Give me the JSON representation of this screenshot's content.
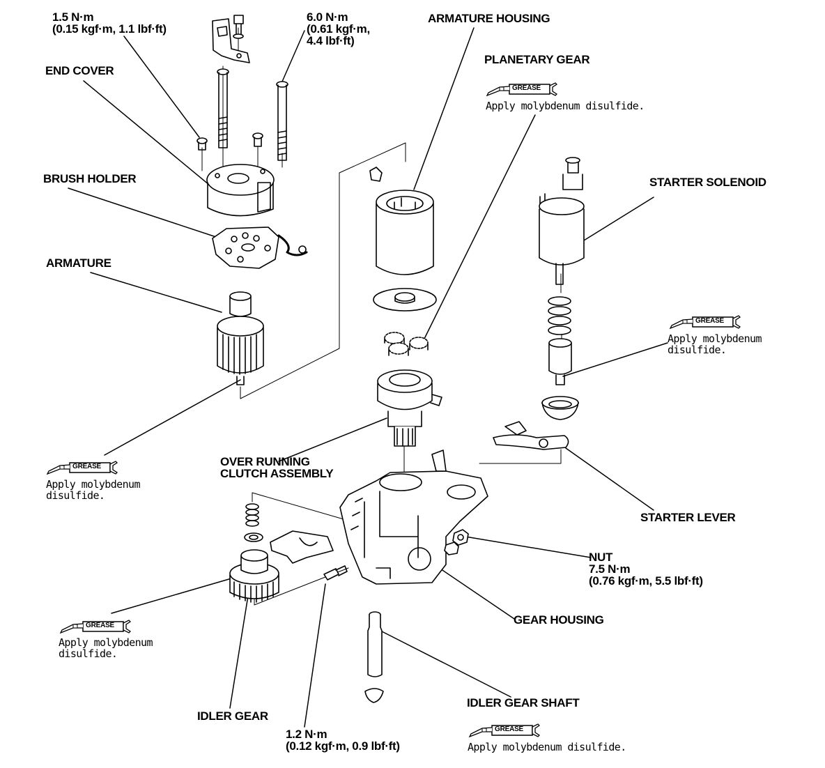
{
  "labels": {
    "bolt_top_left_torque": [
      "1.5 N·m",
      "(0.15 kgf·m, 1.1 lbf·ft)"
    ],
    "bolt_top_right_torque": [
      "6.0 N·m",
      "(0.61 kgf·m,",
      "4.4 lbf·ft)"
    ],
    "end_cover": "END COVER",
    "brush_holder": "BRUSH HOLDER",
    "armature": "ARMATURE",
    "armature_housing": "ARMATURE HOUSING",
    "planetary_gear": "PLANETARY GEAR",
    "starter_solenoid": "STARTER SOLENOID",
    "over_running_clutch": [
      "OVER RUNNING",
      "CLUTCH ASSEMBLY"
    ],
    "starter_lever": "STARTER LEVER",
    "nut": [
      "NUT",
      "7.5 N·m",
      "(0.76 kgf·m, 5.5 lbf·ft)"
    ],
    "gear_housing": "GEAR HOUSING",
    "idler_gear": "IDLER GEAR",
    "idler_gear_shaft": "IDLER GEAR SHAFT",
    "bolt_bottom_torque": [
      "1.2 N·m",
      "(0.12 kgf·m, 0.9 lbf·ft)"
    ]
  },
  "grease_badge": "GREASE",
  "notes": {
    "planetary": [
      "Apply molybdenum disulfide."
    ],
    "solenoid": [
      "Apply molybdenum",
      "disulfide."
    ],
    "armature": [
      "Apply molybdenum",
      "disulfide."
    ],
    "idler_gear": [
      "Apply molybdenum",
      "disulfide."
    ],
    "idler_shaft": [
      "Apply molybdenum disulfide."
    ]
  }
}
